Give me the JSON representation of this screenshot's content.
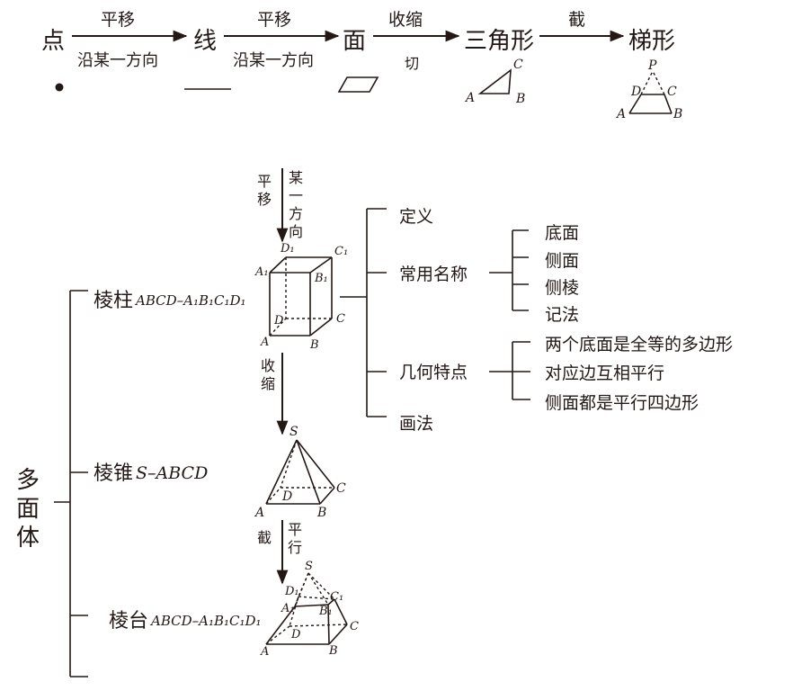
{
  "flow": {
    "point": "点",
    "line": "线",
    "plane": "面",
    "triangle": "三角形",
    "trapezoid": "梯形",
    "arrow1_top": "平移",
    "arrow1_bottom": "沿某一方向",
    "arrow2_top": "平移",
    "arrow2_bottom": "沿某一方向",
    "arrow3_top": "收缩",
    "arrow3_bottom": "切",
    "arrow4_top": "截"
  },
  "tri_labels": {
    "A": "A",
    "B": "B",
    "C": "C"
  },
  "trap_labels": {
    "P": "P",
    "D": "D",
    "C": "C",
    "A": "A",
    "B": "B"
  },
  "translate": {
    "left_1": "平",
    "left_2": "移",
    "right_1": "某",
    "right_2": "一",
    "right_3": "方",
    "right_4": "向"
  },
  "shrink": {
    "c1": "收",
    "c2": "缩"
  },
  "cut": {
    "left": "截",
    "right_1": "平",
    "right_2": "行"
  },
  "root": {
    "c1": "多",
    "c2": "面",
    "c3": "体"
  },
  "prism": {
    "label": "棱柱",
    "notation": "ABCD–A₁B₁C₁D₁"
  },
  "pyramid": {
    "label": "棱锥",
    "notation": "S–ABCD"
  },
  "frustum": {
    "label": "棱台",
    "notation": "ABCD–A₁B₁C₁D₁"
  },
  "prism_vertex_labels": {
    "A": "A",
    "B": "B",
    "C": "C",
    "D": "D",
    "A1": "A₁",
    "B1": "B₁",
    "C1": "C₁",
    "D1": "D₁"
  },
  "pyramid_vertex_labels": {
    "S": "S",
    "A": "A",
    "B": "B",
    "C": "C",
    "D": "D"
  },
  "frustum_vertex_labels": {
    "S": "S",
    "A": "A",
    "B": "B",
    "C": "C",
    "D": "D",
    "A1": "A₁",
    "B1": "B₁",
    "C1": "C₁",
    "D1": "D₁"
  },
  "branches": {
    "definition": "定义",
    "common_names": "常用名称",
    "geometric_features": "几何特点",
    "drawing": "画法"
  },
  "names": [
    "底面",
    "侧面",
    "侧棱",
    "记法"
  ],
  "features": [
    "两个底面是全等的多边形",
    "对应边互相平行",
    "侧面都是平行四边形"
  ]
}
